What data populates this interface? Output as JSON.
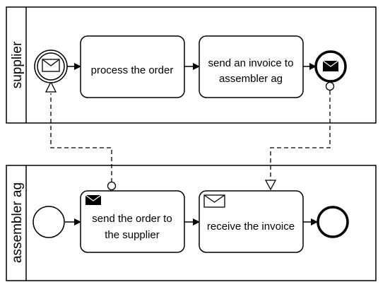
{
  "pools": [
    {
      "id": "supplier",
      "label": "supplier"
    },
    {
      "id": "assembler",
      "label": "assembler ag"
    }
  ],
  "tasks": {
    "process_order": {
      "label": "process the order",
      "type": "task"
    },
    "send_invoice": {
      "lines": [
        "send an invoice to",
        "assembler ag"
      ],
      "type": "task"
    },
    "send_order": {
      "lines": [
        "send the order to",
        "the supplier"
      ],
      "type": "send-task"
    },
    "receive_invoice": {
      "label": "receive the invoice",
      "type": "receive-task"
    }
  },
  "events": {
    "supplier_start": "message-start-event",
    "supplier_end": "message-end-event",
    "assembler_start": "start-event",
    "assembler_end": "end-event"
  },
  "colors": {
    "stroke": "#000000",
    "fill": "#ffffff"
  }
}
